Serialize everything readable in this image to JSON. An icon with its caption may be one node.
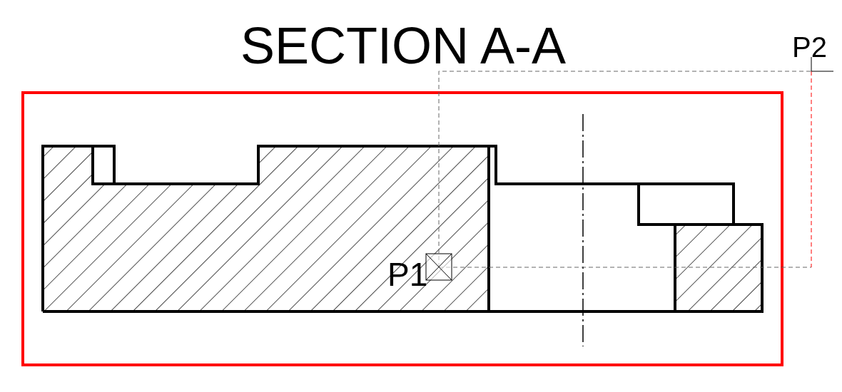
{
  "diagram": {
    "title": "SECTION A-A",
    "labels": [
      "P1",
      "P2"
    ]
  }
}
